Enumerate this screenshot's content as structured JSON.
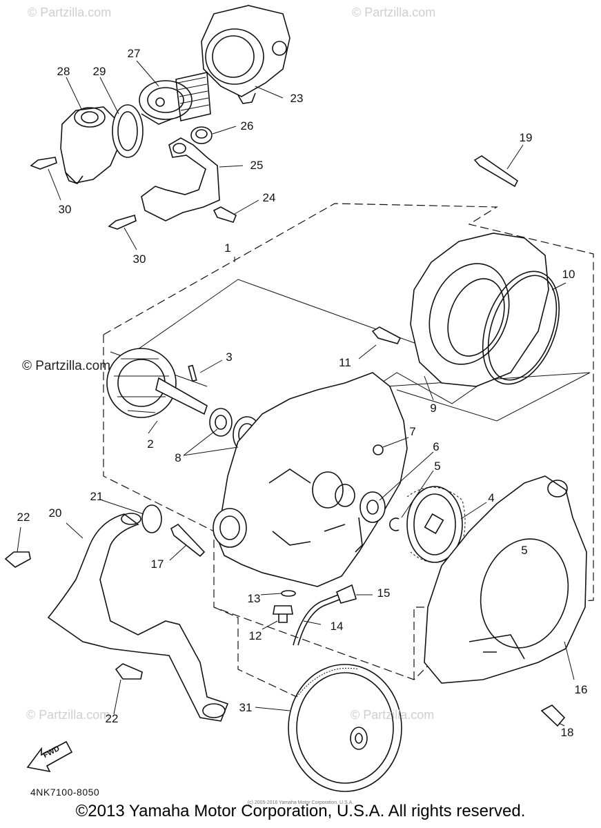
{
  "watermarks": {
    "top_left": "© Partzilla.com",
    "top_right": "© Partzilla.com",
    "mid_left": "© Partzilla.com",
    "bottom_left": "© Partzilla.com",
    "bottom_right": "© Partzilla.com"
  },
  "callouts": [
    "1",
    "2",
    "3",
    "4",
    "5",
    "5",
    "6",
    "7",
    "8",
    "9",
    "10",
    "11",
    "12",
    "13",
    "14",
    "15",
    "16",
    "17",
    "18",
    "19",
    "20",
    "21",
    "22",
    "22",
    "23",
    "24",
    "25",
    "26",
    "27",
    "28",
    "29",
    "30",
    "30",
    "31"
  ],
  "fwd_label": "FWD",
  "part_code": "4NK7100-8050",
  "tiny_credit": "(c) 2005-2016 Yamaha Motor Corporation, U.S.A.",
  "copyright": "©2013 Yamaha Motor Corporation, U.S.A. All rights reserved."
}
